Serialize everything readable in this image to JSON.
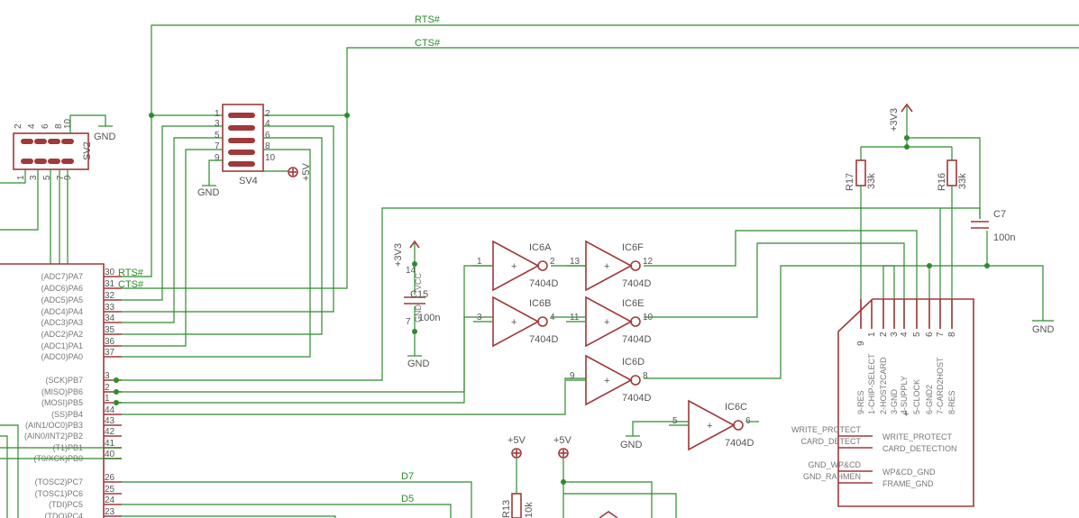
{
  "nets": {
    "rts": "RTS#",
    "cts": "CTS#",
    "d7": "D7",
    "d5": "D5"
  },
  "sv2": {
    "name": "SV2",
    "gnd": "GND",
    "pins_top": [
      "2",
      "4",
      "6",
      "8",
      "10"
    ],
    "pins_bottom": [
      "1",
      "3",
      "5",
      "7",
      "9"
    ]
  },
  "sv4": {
    "name": "SV4",
    "gnd": "GND",
    "supply": "+5V",
    "pins_left": [
      "1",
      "3",
      "5",
      "7",
      "9"
    ],
    "pins_right": [
      "2",
      "4",
      "6",
      "8",
      "10"
    ]
  },
  "mcu": {
    "pins": [
      {
        "label": "(ADC7)PA7",
        "num": "30",
        "net": "RTS#"
      },
      {
        "label": "(ADC6)PA6",
        "num": "31",
        "net": "CTS#"
      },
      {
        "label": "(ADC5)PA5",
        "num": "32",
        "net": ""
      },
      {
        "label": "(ADC4)PA4",
        "num": "33",
        "net": ""
      },
      {
        "label": "(ADC3)PA3",
        "num": "34",
        "net": ""
      },
      {
        "label": "(ADC2)PA2",
        "num": "35",
        "net": ""
      },
      {
        "label": "(ADC1)PA1",
        "num": "36",
        "net": ""
      },
      {
        "label": "(ADC0)PA0",
        "num": "37",
        "net": ""
      },
      {
        "label": "(SCK)PB7",
        "num": "3",
        "net": ""
      },
      {
        "label": "(MISO)PB6",
        "num": "2",
        "net": ""
      },
      {
        "label": "(MOSI)PB5",
        "num": "1",
        "net": ""
      },
      {
        "label": "(SS)PB4",
        "num": "44",
        "net": ""
      },
      {
        "label": "(AIN1/OC0)PB3",
        "num": "43",
        "net": ""
      },
      {
        "label": "(AIN0/INT2)PB2",
        "num": "42",
        "net": ""
      },
      {
        "label": "(T1)PB1",
        "num": "41",
        "net": ""
      },
      {
        "label": "(T0/XCK)PB0",
        "num": "40",
        "net": ""
      },
      {
        "label": "(TOSC2)PC7",
        "num": "26",
        "net": ""
      },
      {
        "label": "(TOSC1)PC6",
        "num": "25",
        "net": ""
      },
      {
        "label": "(TDI)PC5",
        "num": "24",
        "net": ""
      },
      {
        "label": "(TDO)PC4",
        "num": "23",
        "net": ""
      }
    ]
  },
  "cap_c15": {
    "name": "C15",
    "value": "100n",
    "supply": "+3V3",
    "gnd": "GND",
    "pin_top": "14",
    "pin_bottom": "7",
    "vcc": "VCC",
    "gnd_pin": "GND"
  },
  "gates": [
    {
      "name": "IC6A",
      "type": "7404D",
      "in": "1",
      "out": "2"
    },
    {
      "name": "IC6F",
      "type": "7404D",
      "in": "13",
      "out": "12"
    },
    {
      "name": "IC6B",
      "type": "7404D",
      "in": "3",
      "out": "4"
    },
    {
      "name": "IC6E",
      "type": "7404D",
      "in": "11",
      "out": "10"
    },
    {
      "name": "IC6D",
      "type": "7404D",
      "in": "9",
      "out": "8"
    },
    {
      "name": "IC6C",
      "type": "7404D",
      "in": "5",
      "out": "6"
    }
  ],
  "ic6c_gnd": "GND",
  "r17": {
    "name": "R17",
    "value": "33k"
  },
  "r16": {
    "name": "R16",
    "value": "33k"
  },
  "supply_3v3": "+3V3",
  "c7": {
    "name": "C7",
    "value": "100n"
  },
  "gnd_right": "GND",
  "sdcard": {
    "pin_numbers": [
      "9",
      "1",
      "2",
      "3",
      "4",
      "5",
      "6",
      "7",
      "8"
    ],
    "pin_names": [
      "9-RES",
      "1-CHIP-SELECT",
      "2-HOST2CARD",
      "3-GND",
      "4-SUPPLY",
      "5-CLOCK",
      "6-GND2",
      "7-CARD2HOST",
      "8-RES"
    ],
    "side": [
      {
        "ext": "WRITE_PROTECT",
        "int": "WRITE_PROTECT"
      },
      {
        "ext": "CARD_DETECT",
        "int": "CARD_DETECTION"
      },
      {
        "ext": "GND_WP&CD",
        "int": "WP&CD_GND"
      },
      {
        "ext": "GND_RAHMEN",
        "int": "FRAME_GND"
      }
    ]
  },
  "supply_5v_a": "+5V",
  "supply_5v_b": "+5V",
  "r13": {
    "name": "R13",
    "value": "10k"
  }
}
